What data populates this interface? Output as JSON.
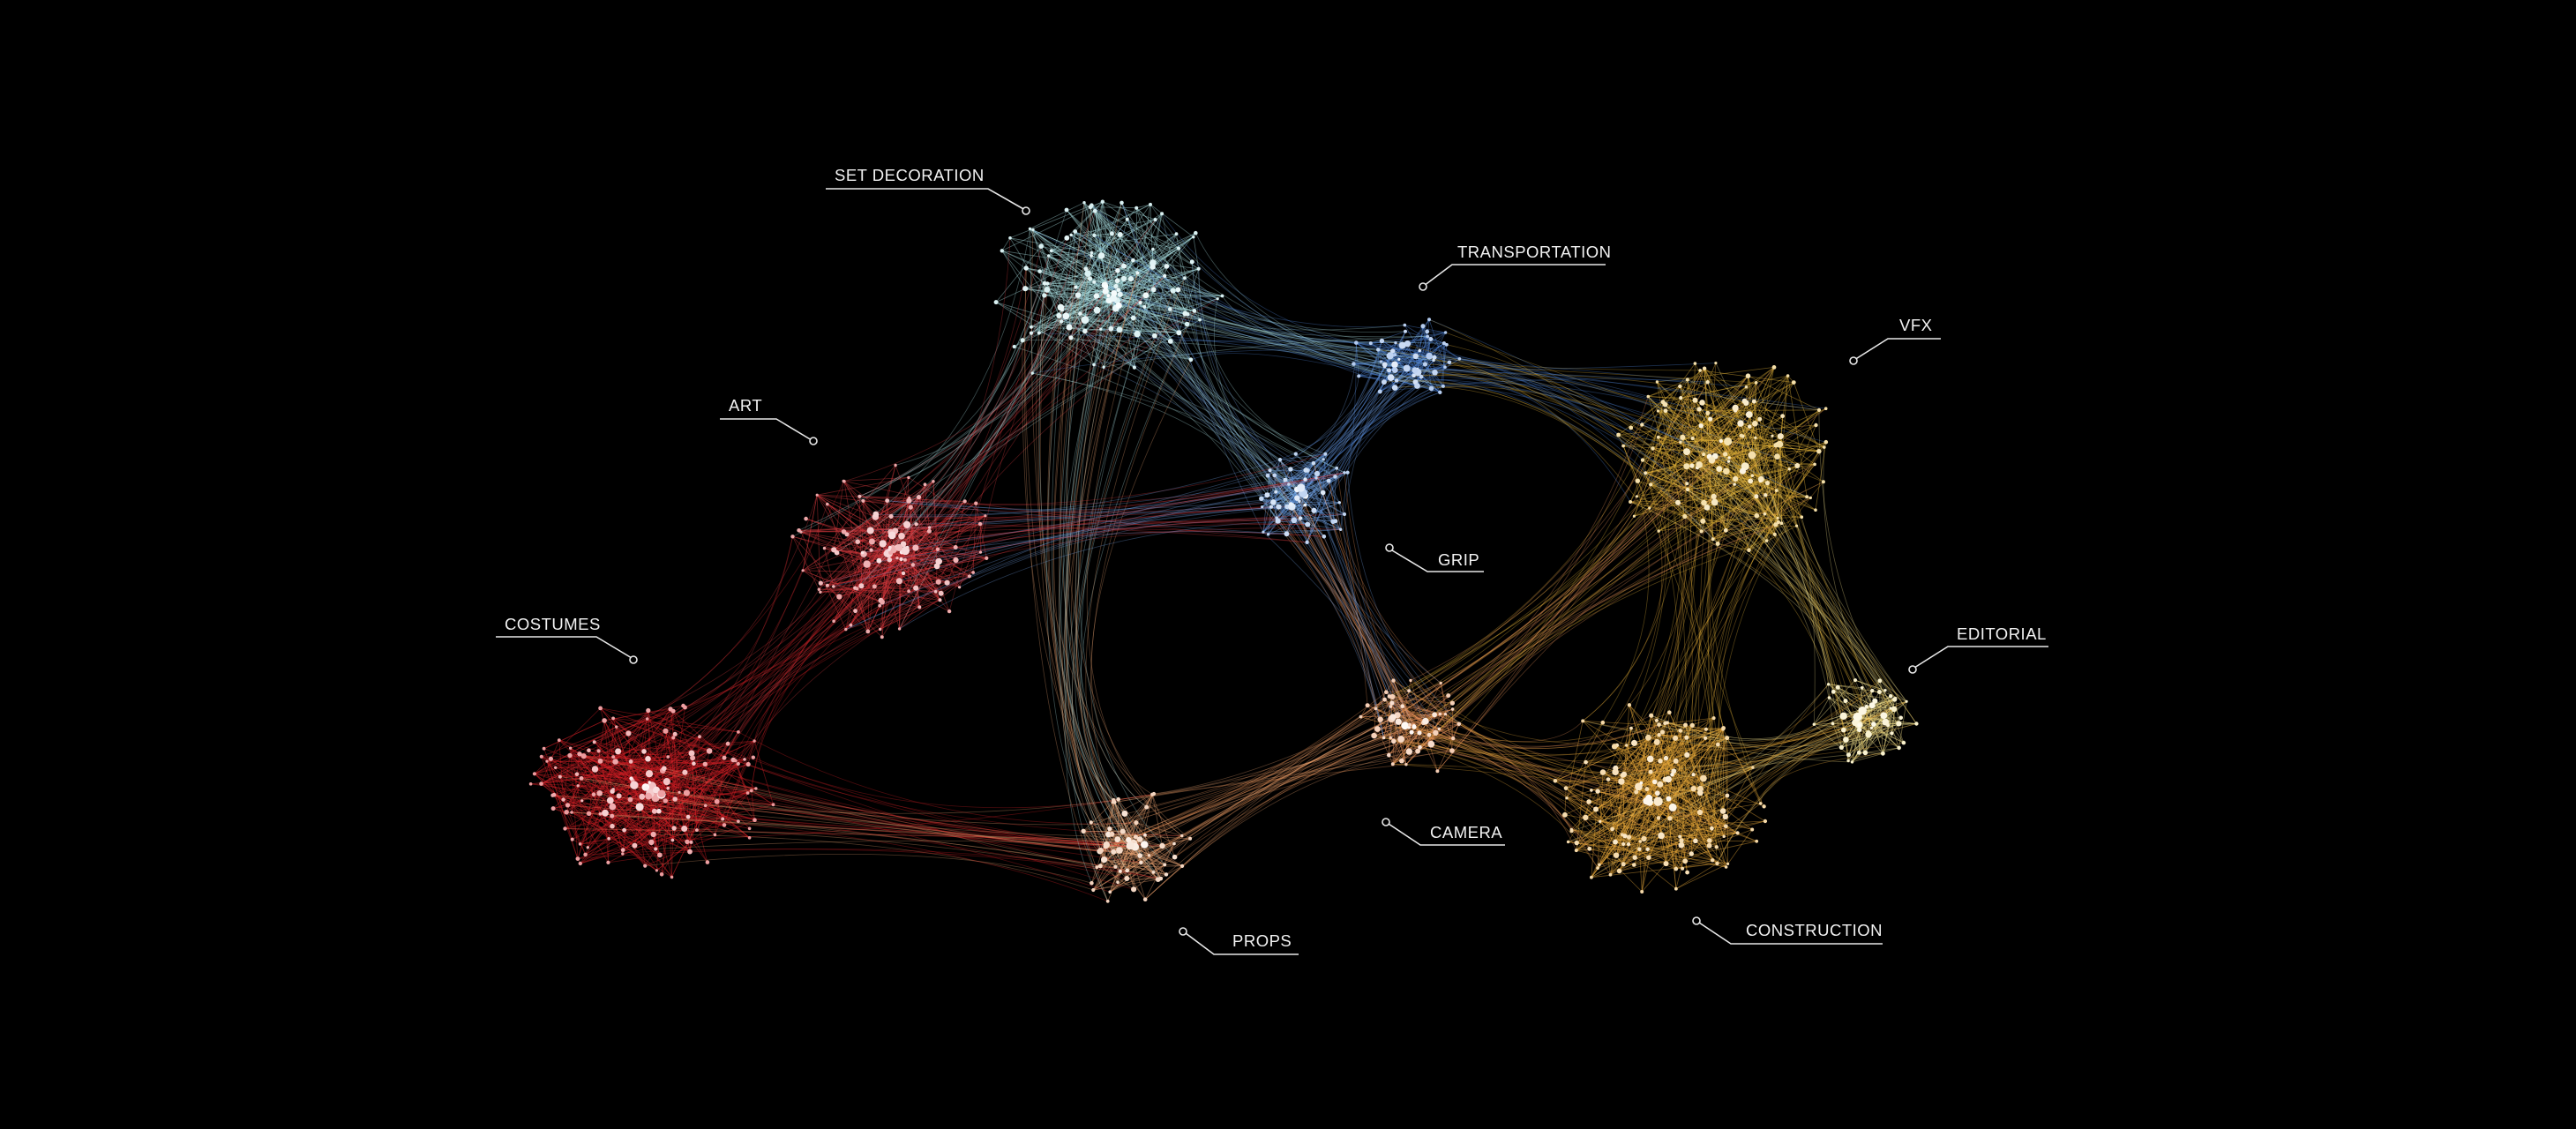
{
  "background": "#000000",
  "clusters": [
    {
      "id": "set-decoration",
      "label": "SET DECORATION",
      "color": "#a9dde0"
    },
    {
      "id": "transportation",
      "label": "TRANSPORTATION",
      "color": "#4f86d9"
    },
    {
      "id": "vfx",
      "label": "VFX",
      "color": "#e6b53a"
    },
    {
      "id": "art",
      "label": "ART",
      "color": "#d63a3e"
    },
    {
      "id": "grip",
      "label": "GRIP",
      "color": "#6f9fe0"
    },
    {
      "id": "costumes",
      "label": "COSTUMES",
      "color": "#d51f25"
    },
    {
      "id": "editorial",
      "label": "EDITORIAL",
      "color": "#f1df8c"
    },
    {
      "id": "camera",
      "label": "CAMERA",
      "color": "#e8925a"
    },
    {
      "id": "construction",
      "label": "CONSTRUCTION",
      "color": "#e9a93a"
    },
    {
      "id": "props",
      "label": "PROPS",
      "color": "#e5a070"
    }
  ],
  "links": [
    {
      "from": "costumes",
      "to": "art"
    },
    {
      "from": "art",
      "to": "set-decoration"
    },
    {
      "from": "set-decoration",
      "to": "transportation"
    },
    {
      "from": "set-decoration",
      "to": "grip"
    },
    {
      "from": "transportation",
      "to": "grip"
    },
    {
      "from": "transportation",
      "to": "vfx"
    },
    {
      "from": "vfx",
      "to": "construction"
    },
    {
      "from": "vfx",
      "to": "editorial"
    },
    {
      "from": "construction",
      "to": "editorial"
    },
    {
      "from": "construction",
      "to": "camera"
    },
    {
      "from": "camera",
      "to": "grip"
    },
    {
      "from": "camera",
      "to": "props"
    },
    {
      "from": "props",
      "to": "costumes"
    },
    {
      "from": "props",
      "to": "set-decoration"
    },
    {
      "from": "art",
      "to": "grip"
    },
    {
      "from": "camera",
      "to": "vfx"
    }
  ]
}
